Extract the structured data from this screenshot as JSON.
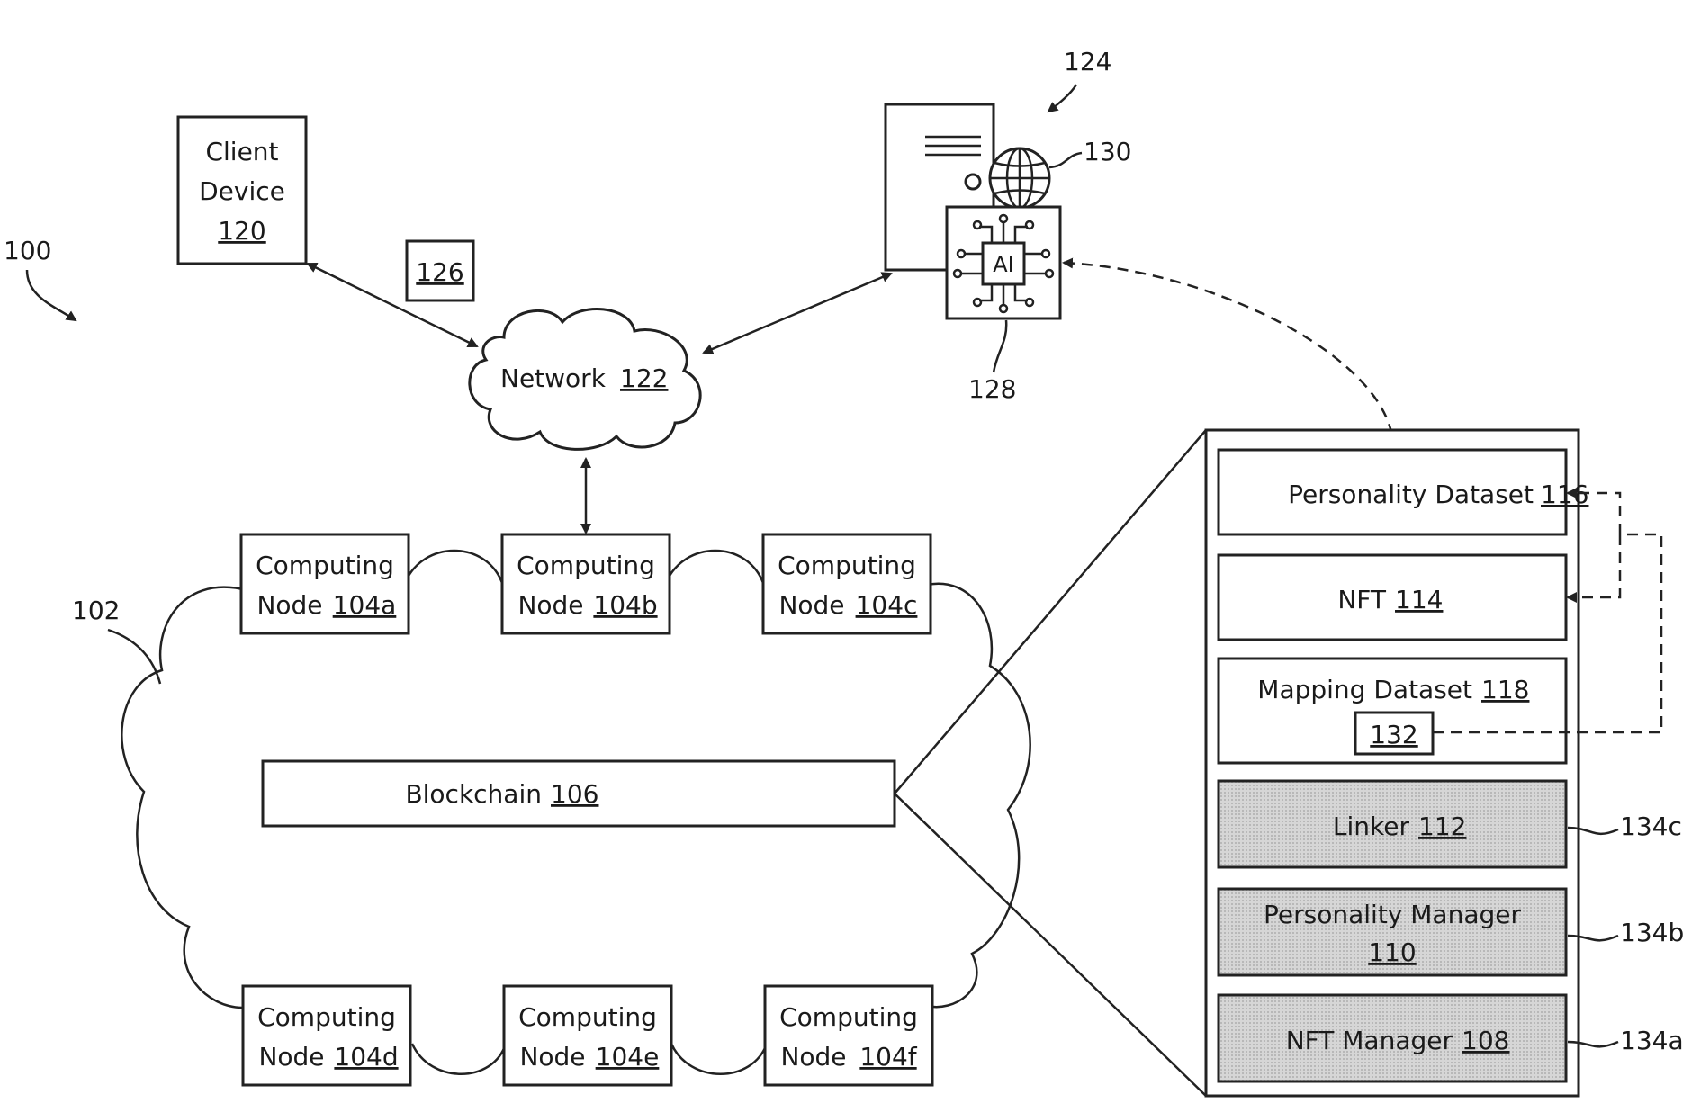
{
  "figure": {
    "system_ref": "100",
    "blockchain_network_ref": "102",
    "server_ref": "124",
    "globe_ref": "130",
    "ai_ref": "128",
    "packet_ref": "126",
    "ai_chip_text": "AI"
  },
  "client_device": {
    "line1": "Client",
    "line2": "Device",
    "ref": "120"
  },
  "network": {
    "label": "Network",
    "ref": "122"
  },
  "computing_nodes": [
    {
      "line1": "Computing",
      "line2": "Node",
      "ref": "104a"
    },
    {
      "line1": "Computing",
      "line2": "Node",
      "ref": "104b"
    },
    {
      "line1": "Computing",
      "line2": "Node",
      "ref": "104c"
    },
    {
      "line1": "Computing",
      "line2": "Node",
      "ref": "104d"
    },
    {
      "line1": "Computing",
      "line2": "Node",
      "ref": "104e"
    },
    {
      "line1": "Computing",
      "line2": "Node",
      "ref": "104f"
    }
  ],
  "blockchain": {
    "label": "Blockchain",
    "ref": "106"
  },
  "detail_panel": {
    "personality_dataset": {
      "label": "Personality Dataset",
      "ref": "116"
    },
    "nft": {
      "label": "NFT",
      "ref": "114"
    },
    "mapping_dataset": {
      "label": "Mapping Dataset",
      "ref": "118",
      "inner_ref": "132"
    },
    "linker": {
      "label": "Linker",
      "ref": "112",
      "callout": "134c"
    },
    "personality_manager": {
      "line1": "Personality Manager",
      "ref": "110",
      "callout": "134b"
    },
    "nft_manager": {
      "label": "NFT Manager",
      "ref": "108",
      "callout": "134a"
    }
  }
}
